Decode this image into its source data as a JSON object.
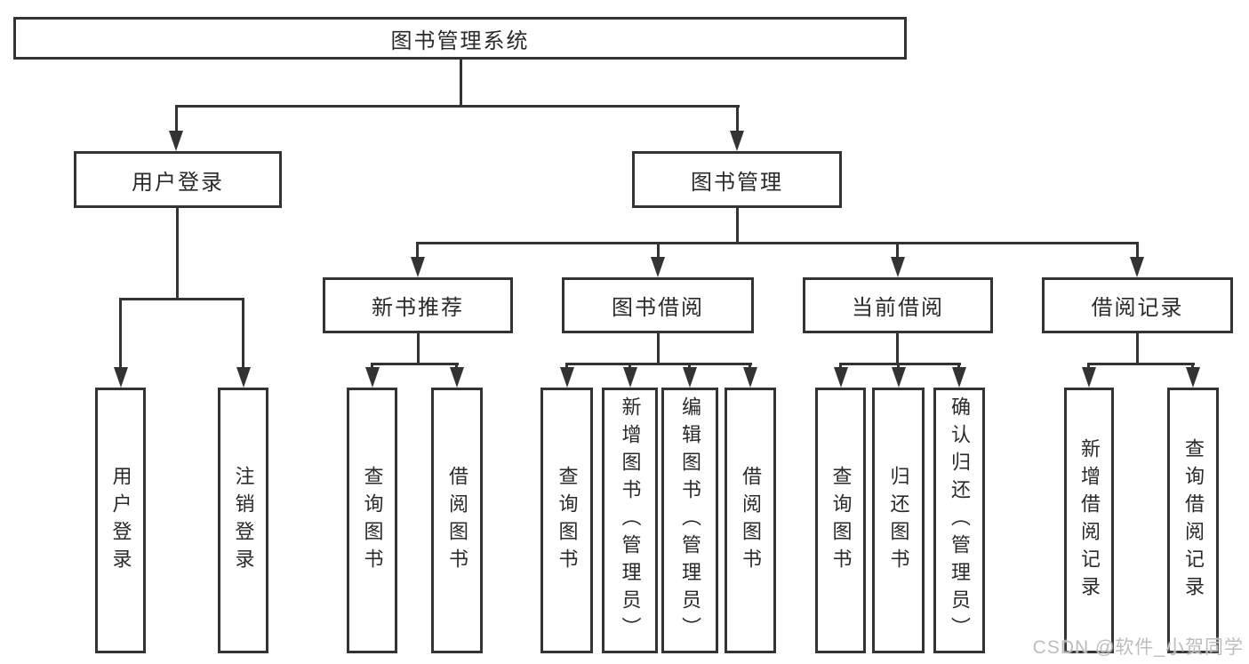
{
  "colors": {
    "line": "#333333",
    "text": "#2a2a2a",
    "watermark": "#bdbdbd",
    "background": "#ffffff"
  },
  "watermark": {
    "text": "CSDN @软件_小贺同学"
  },
  "tree": {
    "root": {
      "label": "图书管理系统"
    },
    "children": [
      {
        "label": "用户登录",
        "children": [
          {
            "label": "用户登录"
          },
          {
            "label": "注销登录"
          }
        ]
      },
      {
        "label": "图书管理",
        "children": [
          {
            "label": "新书推荐",
            "children": [
              {
                "label": "查询图书"
              },
              {
                "label": "借阅图书"
              }
            ]
          },
          {
            "label": "图书借阅",
            "children": [
              {
                "label": "查询图书"
              },
              {
                "label": "新增图书（管理员）"
              },
              {
                "label": "编辑图书（管理员）"
              },
              {
                "label": "借阅图书"
              }
            ]
          },
          {
            "label": "当前借阅",
            "children": [
              {
                "label": "查询图书"
              },
              {
                "label": "归还图书"
              },
              {
                "label": "确认归还（管理员）"
              }
            ]
          },
          {
            "label": "借阅记录",
            "children": [
              {
                "label": "新增借阅记录"
              },
              {
                "label": "查询借阅记录"
              }
            ]
          }
        ]
      }
    ]
  }
}
